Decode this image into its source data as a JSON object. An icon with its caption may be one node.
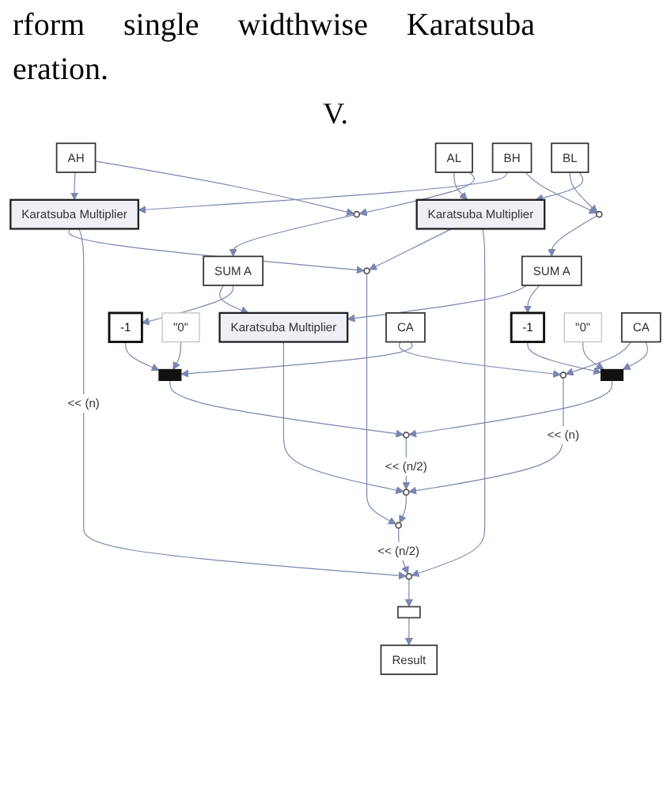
{
  "diagram": {
    "nodes": [
      {
        "text": [
          "BH"
        ]
      },
      {
        "text": [
          "BL"
        ]
      },
      {
        "text": [
          "AH"
        ]
      },
      {
        "text": [
          "AL"
        ]
      },
      {
        "text": [
          "Karatsuba Multiplier"
        ]
      },
      {
        "text": [],
        "shape": "circle"
      },
      {
        "text": [],
        "shape": "circle"
      },
      {
        "text": [
          "Karatsuba Multiplier"
        ]
      },
      {
        "text": [
          "CA"
        ]
      },
      {
        "text": [
          "SUM A"
        ]
      },
      {
        "text": [
          "CA"
        ]
      },
      {
        "text": [
          "SUM A"
        ]
      },
      {
        "text": [],
        "shape": "circle"
      },
      {
        "text": [
          "Karatsuba Multiplier"
        ]
      },
      {
        "text": [
          "-1"
        ]
      },
      {
        "text": [
          "\"0\""
        ]
      },
      {
        "text": [],
        "shape": "bar"
      },
      {
        "text": [
          "-1"
        ]
      },
      {
        "text": [
          "\"0\""
        ]
      },
      {
        "text": [],
        "shape": "bar"
      },
      {
        "text": [],
        "shape": "circle"
      },
      {
        "text": [],
        "shape": "circle"
      },
      {
        "text": [],
        "shape": "circle"
      },
      {
        "text": [],
        "shape": "circle"
      },
      {
        "text": [],
        "shape": "circle"
      },
      {
        "text": [],
        "shape": "box"
      },
      {
        "text": [
          "Result"
        ]
      }
    ],
    "edges": [
      {
        "from": 0,
        "to": 4,
        "arrow": "to"
      },
      {
        "from": 2,
        "to": 4,
        "arrow": "to"
      },
      {
        "from": 0,
        "to": 5,
        "arrow": "to"
      },
      {
        "from": 1,
        "to": 5,
        "arrow": "to"
      },
      {
        "from": 1,
        "to": 7,
        "arrow": "to"
      },
      {
        "from": 3,
        "to": 7,
        "arrow": "to"
      },
      {
        "from": 2,
        "to": 6,
        "arrow": "to"
      },
      {
        "from": 3,
        "to": 6,
        "arrow": "to"
      },
      {
        "from": 5,
        "to": 9,
        "arrow": "to"
      },
      {
        "from": 6,
        "to": 11,
        "arrow": "to"
      },
      {
        "from": 8,
        "to": 12,
        "arrow": "to"
      },
      {
        "from": 10,
        "to": 12,
        "arrow": "to"
      },
      {
        "from": 9,
        "to": 13,
        "arrow": "to"
      },
      {
        "from": 11,
        "to": 13,
        "arrow": "to"
      },
      {
        "from": 11,
        "to": 14,
        "arrow": "to"
      },
      {
        "from": 9,
        "to": 17,
        "arrow": "to"
      },
      {
        "from": 14,
        "to": 16,
        "arrow": "to"
      },
      {
        "from": 15,
        "to": 16,
        "arrow": "to"
      },
      {
        "from": 10,
        "to": 16,
        "arrow": "to"
      },
      {
        "from": 17,
        "to": 19,
        "arrow": "to"
      },
      {
        "from": 18,
        "to": 19,
        "arrow": "to"
      },
      {
        "from": 8,
        "to": 19,
        "arrow": "to"
      },
      {
        "from": 4,
        "to": 20,
        "arrow": "to"
      },
      {
        "from": 7,
        "to": 20,
        "arrow": "to"
      },
      {
        "from": 16,
        "to": 21,
        "arrow": "to"
      },
      {
        "from": 19,
        "to": 21,
        "arrow": "to"
      },
      {
        "from": 13,
        "to": 22,
        "arrow": "to"
      },
      {
        "from": 12,
        "to": 22,
        "label": "<< (n)",
        "arrow": "to"
      },
      {
        "from": 21,
        "to": 22,
        "label": "<< (n/2)",
        "arrow": "to"
      },
      {
        "from": 20,
        "to": 23,
        "arrow": "to"
      },
      {
        "from": 22,
        "to": 23,
        "arrow": "to"
      },
      {
        "from": 23,
        "to": 24,
        "label": "<< (n/2)",
        "arrow": "to"
      },
      {
        "from": 4,
        "to": 24,
        "label": "<< (n)",
        "arrow": "to"
      },
      {
        "from": 7,
        "to": 24,
        "arrow": "to"
      },
      {
        "from": 24,
        "to": 25,
        "arrow": "to"
      },
      {
        "from": 25,
        "to": 26,
        "arrow": "to"
      }
    ],
    "labels": [
      "rform single widthwise Karatsuba eration.",
      "V."
    ]
  }
}
